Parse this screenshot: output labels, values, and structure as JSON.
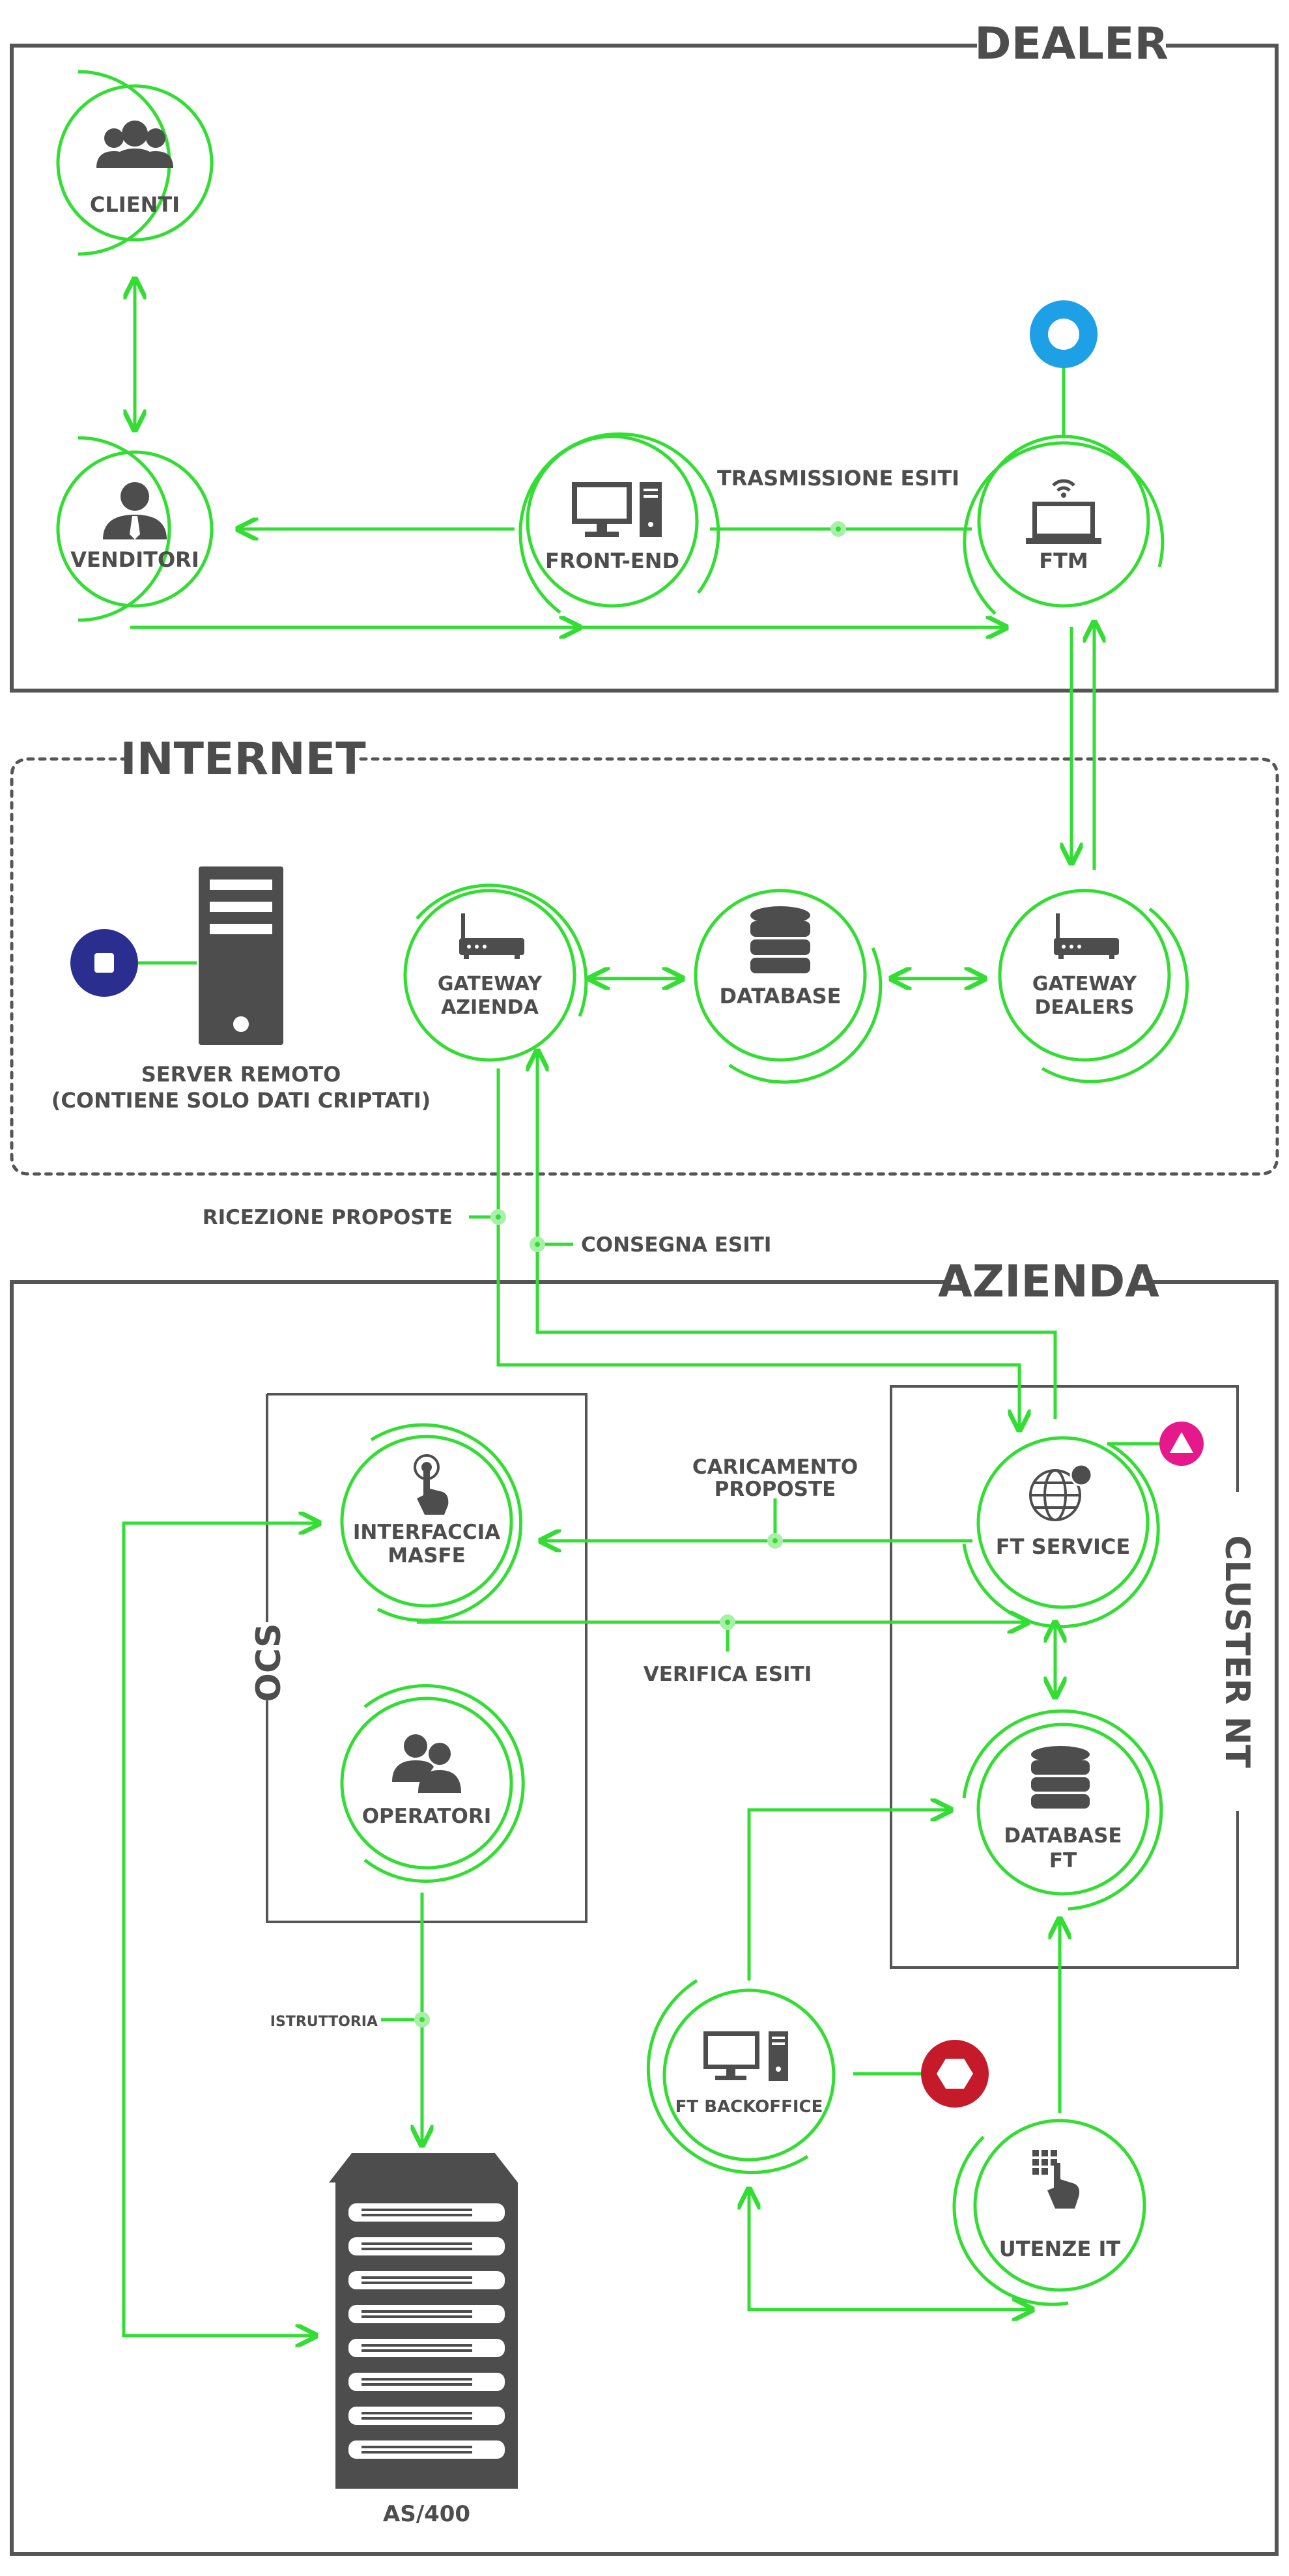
{
  "sections": {
    "dealer": "DEALER",
    "internet": "INTERNET",
    "azienda": "AZIENDA",
    "ocs": "OCS",
    "cluster": "CLUSTER NT"
  },
  "nodes": {
    "clienti": "CLIENTI",
    "venditori": "VENDITORI",
    "front_end": "FRONT-END",
    "ftm": "FTM",
    "gateway_azienda_1": "GATEWAY",
    "gateway_azienda_2": "AZIENDA",
    "database": "DATABASE",
    "gateway_dealers_1": "GATEWAY",
    "gateway_dealers_2": "DEALERS",
    "server_remoto_1": "SERVER REMOTO",
    "server_remoto_2": "(CONTIENE SOLO DATI CRIPTATI)",
    "interfaccia_1": "INTERFACCIA",
    "interfaccia_2": "MASFE",
    "operatori": "OPERATORI",
    "ft_service": "FT SERVICE",
    "database_ft_1": "DATABASE",
    "database_ft_2": "FT",
    "ft_backoffice": "FT BACKOFFICE",
    "utenze_it": "UTENZE IT",
    "as400": "AS/400"
  },
  "flows": {
    "trasmissione_esiti": "TRASMISSIONE ESITI",
    "ricezione_proposte": "RICEZIONE PROPOSTE",
    "consegna_esiti": "CONSEGNA ESITI",
    "caricamento_1": "CARICAMENTO",
    "caricamento_2": "PROPOSTE",
    "verifica_esiti": "VERIFICA ESITI",
    "istruttoria": "ISTRUTTORIA"
  },
  "icons": {
    "ftm_marker": "circle-marker-icon",
    "server_marker": "square-marker-icon",
    "ft_service_marker": "triangle-marker-icon",
    "backoffice_marker": "hexagon-marker-icon"
  },
  "colors": {
    "flow_green": "#33dd33",
    "text_gray": "#4d4d4d",
    "blue_marker": "#1ea0e6",
    "navy_marker": "#2a2f8f",
    "magenta_marker": "#e6198c",
    "red_marker": "#c41a2a"
  }
}
